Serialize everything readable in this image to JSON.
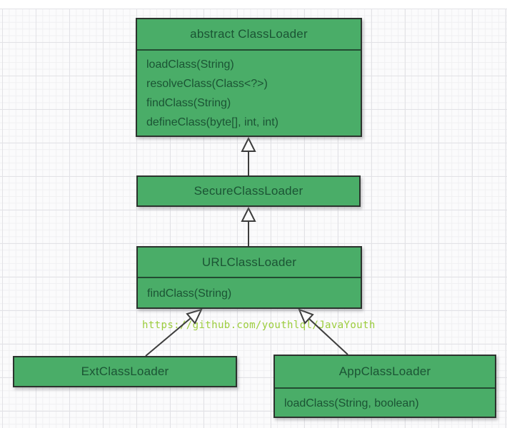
{
  "diagram": {
    "type": "uml-class-inheritance",
    "watermark": "https://github.com/youthlql/JavaYouth",
    "classes": {
      "classloader": {
        "title": "abstract ClassLoader",
        "methods": [
          "loadClass(String)",
          "resolveClass(Class<?>)",
          "findClass(String)",
          "defineClass(byte[], int, int)"
        ]
      },
      "secureclassloader": {
        "title": "SecureClassLoader",
        "methods": []
      },
      "urlclassloader": {
        "title": "URLClassLoader",
        "methods": [
          "findClass(String)"
        ]
      },
      "extclassloader": {
        "title": "ExtClassLoader",
        "methods": []
      },
      "appclassloader": {
        "title": "AppClassLoader",
        "methods": [
          "loadClass(String, boolean)"
        ]
      }
    },
    "relations": [
      {
        "from": "SecureClassLoader",
        "to": "abstract ClassLoader",
        "type": "inheritance"
      },
      {
        "from": "URLClassLoader",
        "to": "SecureClassLoader",
        "type": "inheritance"
      },
      {
        "from": "ExtClassLoader",
        "to": "URLClassLoader",
        "type": "inheritance"
      },
      {
        "from": "AppClassLoader",
        "to": "URLClassLoader",
        "type": "inheritance"
      }
    ],
    "colors": {
      "box_fill": "#4aad68",
      "box_border": "#2c332e",
      "box_text": "#1b5434",
      "arrow_stroke": "#3d3d3d",
      "arrow_head_fill": "#fcfcfc",
      "watermark_text": "#9ccd3c",
      "background": "#fbfbfc",
      "grid_line": "#e2e2e6"
    }
  }
}
